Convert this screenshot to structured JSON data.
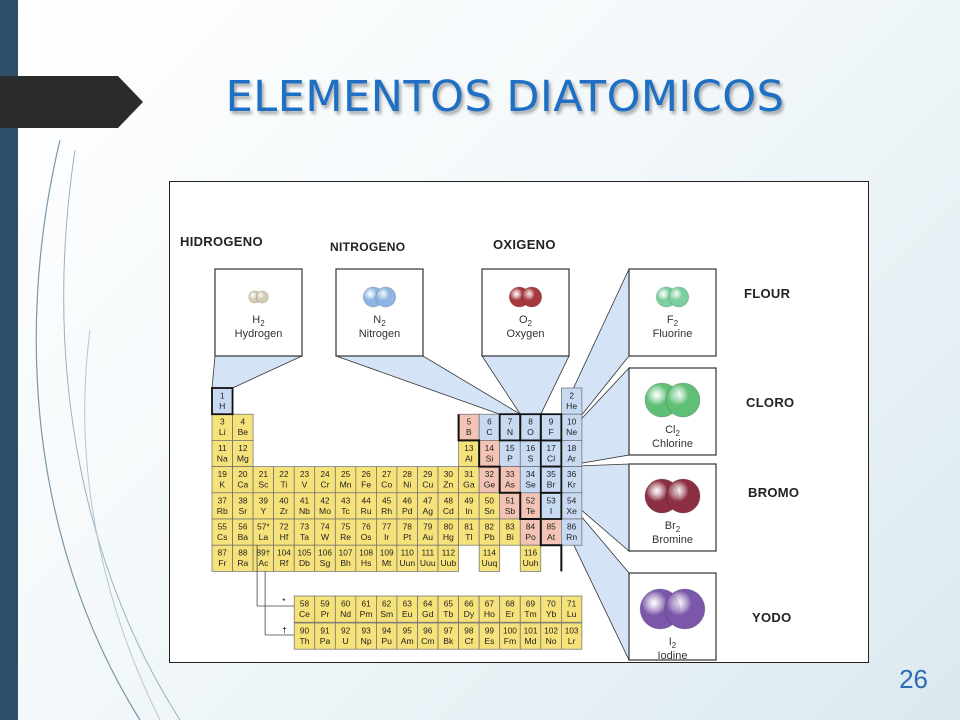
{
  "slide": {
    "title": "ELEMENTOS DIATOMICOS",
    "page_number": "26"
  },
  "labels": {
    "hidrogeno": "HIDROGENO",
    "nitrogeno": "NITROGENO",
    "oxigeno": "OXIGENO",
    "flour": "FLOUR",
    "cloro": "CLORO",
    "bromo": "BROMO",
    "yodo": "YODO"
  },
  "callouts": [
    {
      "key": "h",
      "formula": "H",
      "sub": "2",
      "name": "Hydrogen",
      "color": "#d6cdb6"
    },
    {
      "key": "n",
      "formula": "N",
      "sub": "2",
      "name": "Nitrogen",
      "color": "#8fb6e3"
    },
    {
      "key": "o",
      "formula": "O",
      "sub": "2",
      "name": "Oxygen",
      "color": "#a83a3f"
    },
    {
      "key": "f",
      "formula": "F",
      "sub": "2",
      "name": "Fluorine",
      "color": "#7ccf9f"
    },
    {
      "key": "cl",
      "formula": "Cl",
      "sub": "2",
      "name": "Chlorine",
      "color": "#5fbf76"
    },
    {
      "key": "br",
      "formula": "Br",
      "sub": "2",
      "name": "Bromine",
      "color": "#8c2f42"
    },
    {
      "key": "i",
      "formula": "I",
      "sub": "2",
      "name": "Iodine",
      "color": "#7a57a8"
    }
  ],
  "main_table": [
    [
      "1",
      "H",
      ""
    ],
    [
      "2",
      "He",
      ""
    ],
    [
      "3",
      "Li",
      ""
    ],
    [
      "4",
      "Be",
      ""
    ],
    [
      "5",
      "B",
      ""
    ],
    [
      "6",
      "C",
      ""
    ],
    [
      "7",
      "N",
      ""
    ],
    [
      "8",
      "O",
      ""
    ],
    [
      "9",
      "F",
      ""
    ],
    [
      "10",
      "Ne",
      ""
    ],
    [
      "11",
      "Na",
      ""
    ],
    [
      "12",
      "Mg",
      ""
    ],
    [
      "13",
      "Al",
      ""
    ],
    [
      "14",
      "Si",
      ""
    ],
    [
      "15",
      "P",
      ""
    ],
    [
      "16",
      "S",
      ""
    ],
    [
      "17",
      "Cl",
      ""
    ],
    [
      "18",
      "Ar",
      ""
    ],
    [
      "19",
      "K",
      ""
    ],
    [
      "20",
      "Ca",
      ""
    ],
    [
      "21",
      "Sc",
      ""
    ],
    [
      "22",
      "Ti",
      ""
    ],
    [
      "23",
      "V",
      ""
    ],
    [
      "24",
      "Cr",
      ""
    ],
    [
      "25",
      "Mn",
      ""
    ],
    [
      "26",
      "Fe",
      ""
    ],
    [
      "27",
      "Co",
      ""
    ],
    [
      "28",
      "Ni",
      ""
    ],
    [
      "29",
      "Cu",
      ""
    ],
    [
      "30",
      "Zn",
      ""
    ],
    [
      "31",
      "Ga",
      ""
    ],
    [
      "32",
      "Ge",
      ""
    ],
    [
      "33",
      "As",
      ""
    ],
    [
      "34",
      "Se",
      ""
    ],
    [
      "35",
      "Br",
      ""
    ],
    [
      "36",
      "Kr",
      ""
    ],
    [
      "37",
      "Rb",
      ""
    ],
    [
      "38",
      "Sr",
      ""
    ],
    [
      "39",
      "Y",
      ""
    ],
    [
      "40",
      "Zr",
      ""
    ],
    [
      "41",
      "Nb",
      ""
    ],
    [
      "42",
      "Mo",
      ""
    ],
    [
      "43",
      "Tc",
      ""
    ],
    [
      "44",
      "Ru",
      ""
    ],
    [
      "45",
      "Rh",
      ""
    ],
    [
      "46",
      "Pd",
      ""
    ],
    [
      "47",
      "Ag",
      ""
    ],
    [
      "48",
      "Cd",
      ""
    ],
    [
      "49",
      "In",
      ""
    ],
    [
      "50",
      "Sn",
      ""
    ],
    [
      "51",
      "Sb",
      ""
    ],
    [
      "52",
      "Te",
      ""
    ],
    [
      "53",
      "I",
      ""
    ],
    [
      "54",
      "Xe",
      ""
    ],
    [
      "55",
      "Cs",
      ""
    ],
    [
      "56",
      "Ba",
      ""
    ],
    [
      "57",
      "La",
      "*"
    ],
    [
      "72",
      "Hf",
      ""
    ],
    [
      "73",
      "Ta",
      ""
    ],
    [
      "74",
      "W",
      ""
    ],
    [
      "75",
      "Re",
      ""
    ],
    [
      "76",
      "Os",
      ""
    ],
    [
      "77",
      "Ir",
      ""
    ],
    [
      "78",
      "Pt",
      ""
    ],
    [
      "79",
      "Au",
      ""
    ],
    [
      "80",
      "Hg",
      ""
    ],
    [
      "81",
      "Tl",
      ""
    ],
    [
      "82",
      "Pb",
      ""
    ],
    [
      "83",
      "Bi",
      ""
    ],
    [
      "84",
      "Po",
      ""
    ],
    [
      "85",
      "At",
      ""
    ],
    [
      "86",
      "Rn",
      ""
    ],
    [
      "87",
      "Fr",
      ""
    ],
    [
      "88",
      "Ra",
      ""
    ],
    [
      "89",
      "Ac",
      "†"
    ],
    [
      "104",
      "Rf",
      ""
    ],
    [
      "105",
      "Db",
      ""
    ],
    [
      "106",
      "Sg",
      ""
    ],
    [
      "107",
      "Bh",
      ""
    ],
    [
      "108",
      "Hs",
      ""
    ],
    [
      "109",
      "Mt",
      ""
    ],
    [
      "110",
      "Uun",
      ""
    ],
    [
      "111",
      "Uuu",
      ""
    ],
    [
      "112",
      "Uub",
      ""
    ],
    [
      "114",
      "Uuq",
      ""
    ],
    [
      "116",
      "Uuh",
      ""
    ]
  ],
  "lanthanides": [
    [
      "58",
      "Ce"
    ],
    [
      "59",
      "Pr"
    ],
    [
      "60",
      "Nd"
    ],
    [
      "61",
      "Pm"
    ],
    [
      "62",
      "Sm"
    ],
    [
      "63",
      "Eu"
    ],
    [
      "64",
      "Gd"
    ],
    [
      "65",
      "Tb"
    ],
    [
      "66",
      "Dy"
    ],
    [
      "67",
      "Ho"
    ],
    [
      "68",
      "Er"
    ],
    [
      "69",
      "Tm"
    ],
    [
      "70",
      "Yb"
    ],
    [
      "71",
      "Lu"
    ]
  ],
  "actinides": [
    [
      "90",
      "Th"
    ],
    [
      "91",
      "Pa"
    ],
    [
      "92",
      "U"
    ],
    [
      "93",
      "Np"
    ],
    [
      "94",
      "Pu"
    ],
    [
      "95",
      "Am"
    ],
    [
      "96",
      "Cm"
    ],
    [
      "97",
      "Bk"
    ],
    [
      "98",
      "Cf"
    ],
    [
      "99",
      "Es"
    ],
    [
      "100",
      "Fm"
    ],
    [
      "101",
      "Md"
    ],
    [
      "102",
      "No"
    ],
    [
      "103",
      "Lr"
    ]
  ],
  "series_markers": {
    "lanthanide": "*",
    "actinide": "†"
  },
  "colors": {
    "metal": "#f6e27a",
    "metalloid": "#f3c4b6",
    "nonmetal": "#c8daf2",
    "beam": "#cddff4",
    "title": "#1f6fc5",
    "accent_bar": "#2d5068"
  }
}
